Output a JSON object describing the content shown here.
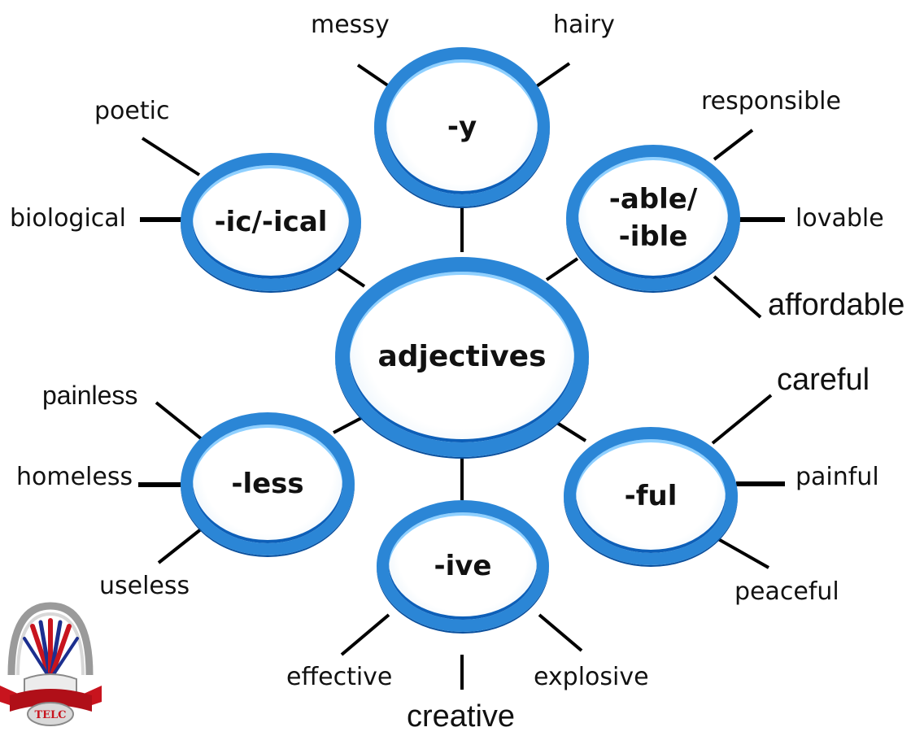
{
  "center": {
    "label": "adjectives"
  },
  "suffixes": {
    "y": {
      "label": "-y",
      "words": [
        "messy",
        "hairy"
      ]
    },
    "able": {
      "label": "-able/\n-ible",
      "words": [
        "responsible",
        "lovable",
        "affordable"
      ]
    },
    "ful": {
      "label": "-ful",
      "words": [
        "careful",
        "painful",
        "peaceful"
      ]
    },
    "ive": {
      "label": "-ive",
      "words": [
        "effective",
        "creative",
        "explosive"
      ]
    },
    "less": {
      "label": "-less",
      "words": [
        "painless",
        "homeless",
        "useless"
      ]
    },
    "ical": {
      "label": "-ic/-ical",
      "words": [
        "poetic",
        "biological"
      ]
    }
  },
  "logo": {
    "text": "TELC",
    "icon": "flag-hands-logo-icon"
  },
  "colors": {
    "ring": "#2b86d6",
    "ring_dark": "#0d5fb8",
    "logo_red": "#c8141e",
    "logo_blue": "#1c2f8f"
  }
}
